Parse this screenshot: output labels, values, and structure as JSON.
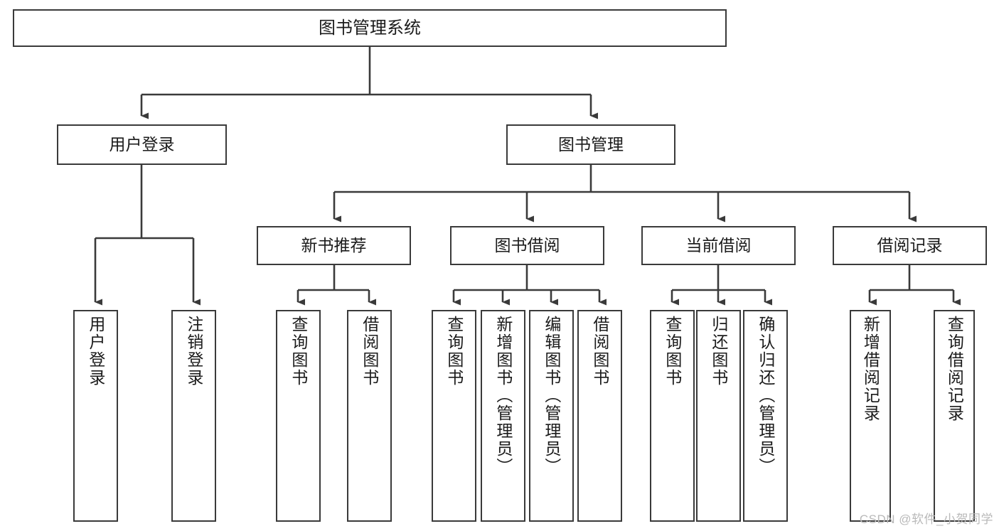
{
  "diagram": {
    "title": "图书管理系统",
    "type": "tree-hierarchy-chart",
    "colors": {
      "box_border": "#3a3a3a",
      "connector": "#3a3a3a",
      "background": "#ffffff",
      "text": "#1b1b1b",
      "watermark": "#b9b9b9"
    },
    "root": {
      "label": "图书管理系统"
    },
    "level2": [
      {
        "label": "用户登录"
      },
      {
        "label": "图书管理"
      }
    ],
    "level3": [
      {
        "label": "新书推荐"
      },
      {
        "label": "图书借阅"
      },
      {
        "label": "当前借阅"
      },
      {
        "label": "借阅记录"
      }
    ],
    "leaves_user_login": [
      {
        "label": "用户登录"
      },
      {
        "label": "注销登录"
      }
    ],
    "leaves_new_books": [
      {
        "label": "查询图书"
      },
      {
        "label": "借阅图书"
      }
    ],
    "leaves_borrow": [
      {
        "label": "查询图书"
      },
      {
        "label": "新增图书（管理员）"
      },
      {
        "label": "编辑图书（管理员）"
      },
      {
        "label": "借阅图书"
      }
    ],
    "leaves_current": [
      {
        "label": "查询图书"
      },
      {
        "label": "归还图书"
      },
      {
        "label": "确认归还（管理员）"
      }
    ],
    "leaves_records": [
      {
        "label": "新增借阅记录"
      },
      {
        "label": "查询借阅记录"
      }
    ]
  },
  "watermark": {
    "text": "CSDN @软件_小贺同学"
  }
}
